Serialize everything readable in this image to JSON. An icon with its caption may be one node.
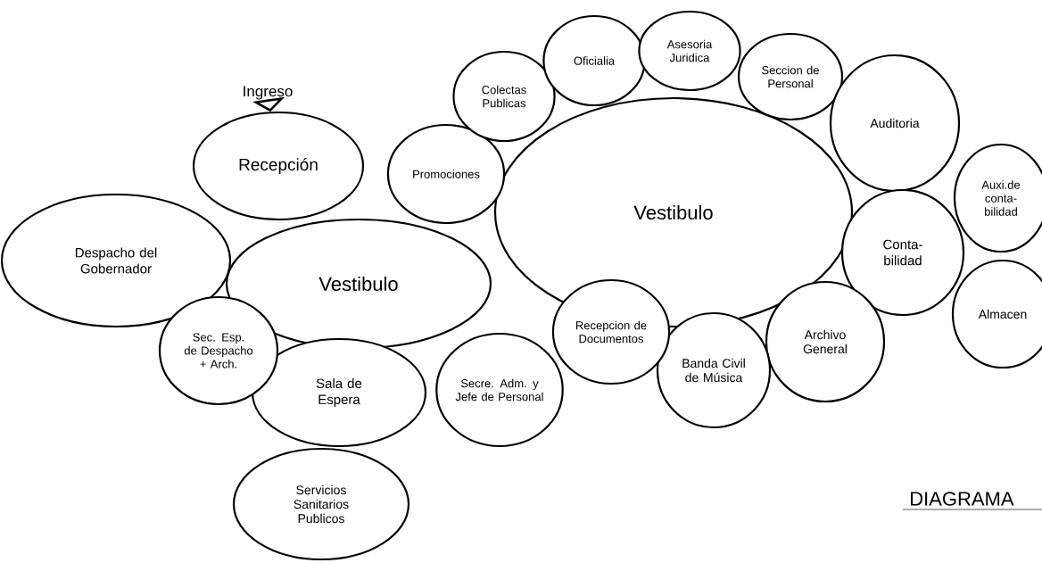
{
  "diagram": {
    "title": "DIAGRAMA",
    "nodes": [
      {
        "text": [
          "Ingreso"
        ]
      },
      {
        "text": [
          "Recepción"
        ]
      },
      {
        "text": [
          "Despacho del Gobernador"
        ]
      },
      {
        "text": [
          "Vestibulo"
        ]
      },
      {
        "text": [
          "Vestibulo"
        ]
      },
      {
        "text": [
          "Promociones"
        ]
      },
      {
        "text": [
          "Colectas Publicas"
        ]
      },
      {
        "text": [
          "Oficialia"
        ]
      },
      {
        "text": [
          "Asesoria Juridica"
        ]
      },
      {
        "text": [
          "Seccion de Personal"
        ]
      },
      {
        "text": [
          "Auditoria"
        ]
      },
      {
        "text": [
          "Auxi.de conta-bilidad"
        ]
      },
      {
        "text": [
          "Conta-bilidad"
        ]
      },
      {
        "text": [
          "Almacen"
        ]
      },
      {
        "text": [
          "Archivo General"
        ]
      },
      {
        "text": [
          "Banda Civil de Música"
        ]
      },
      {
        "text": [
          "Recepcion de Documentos"
        ]
      },
      {
        "text": [
          "Secre. Adm. y Jefe de Personal"
        ]
      },
      {
        "text": [
          "Sala de Espera"
        ]
      },
      {
        "text": [
          "Sec. Esp. de Despacho + Arch."
        ]
      },
      {
        "text": [
          "Servicios Sanitarios Publicos"
        ]
      }
    ],
    "edges": [
      {
        "from": 0,
        "to": 1,
        "arrow": "to"
      }
    ]
  }
}
